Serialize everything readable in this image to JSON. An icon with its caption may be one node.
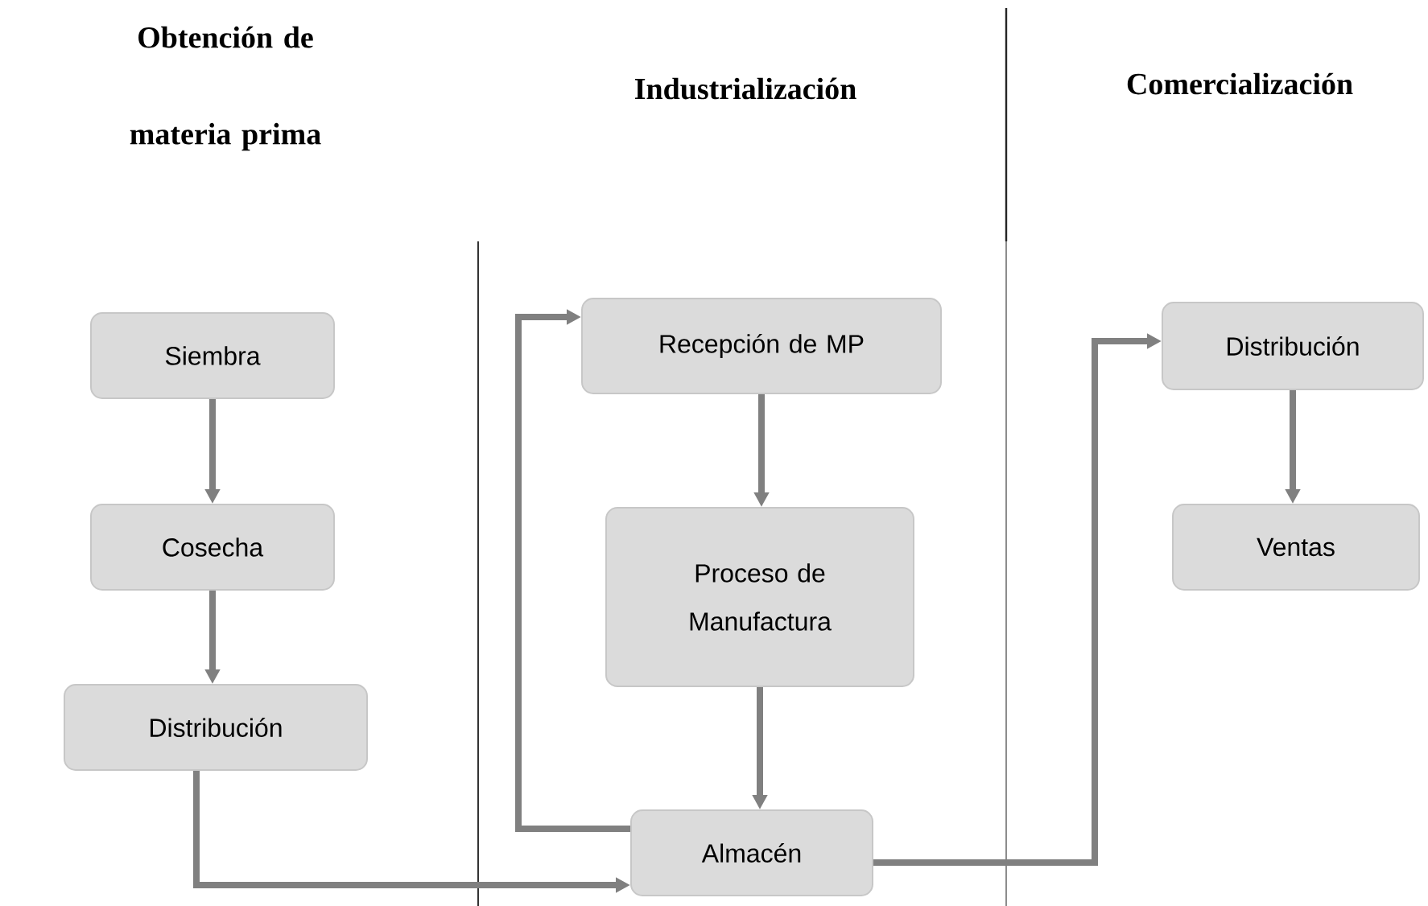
{
  "diagram": {
    "nodes": [
      {
        "text": [
          "Siembra"
        ]
      },
      {
        "text": [
          "Cosecha"
        ]
      },
      {
        "text": [
          "Distribución"
        ]
      },
      {
        "text": [
          "Recepción de MP"
        ]
      },
      {
        "text": [
          "Proceso de Manufactura"
        ]
      },
      {
        "text": [
          "Almacén"
        ]
      },
      {
        "text": [
          "Distribución"
        ]
      },
      {
        "text": [
          "Ventas"
        ]
      }
    ],
    "edges": [
      {
        "from": 0,
        "to": 1,
        "arrow": "to"
      },
      {
        "from": 1,
        "to": 2,
        "arrow": "to"
      },
      {
        "from": 2,
        "to": 5,
        "arrow": "to"
      },
      {
        "from": 3,
        "to": 4,
        "arrow": "to"
      },
      {
        "from": 4,
        "to": 5,
        "arrow": "to"
      },
      {
        "from": 5,
        "to": 3,
        "arrow": "to"
      },
      {
        "from": 5,
        "to": 6,
        "arrow": "to"
      },
      {
        "from": 6,
        "to": 7,
        "arrow": "to"
      }
    ],
    "labels": [
      "Obtención de materia prima",
      "Industrialización",
      "Comercialización"
    ]
  }
}
